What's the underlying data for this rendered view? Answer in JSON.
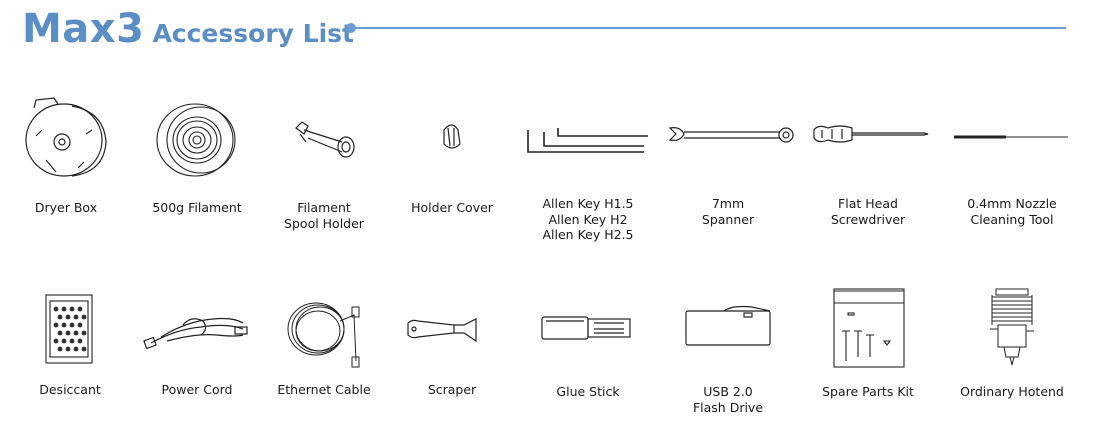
{
  "header": {
    "title_main": "Max3",
    "title_sub": "Accessory List",
    "accent_color": "#5b8ec4"
  },
  "row1": [
    {
      "icon": "dryer-box-icon",
      "label": [
        "Dryer Box"
      ]
    },
    {
      "icon": "filament-spool-icon",
      "label": [
        "500g Filament"
      ]
    },
    {
      "icon": "spool-holder-icon",
      "label": [
        "Filament",
        "Spool Holder"
      ]
    },
    {
      "icon": "holder-cover-icon",
      "label": [
        "Holder Cover"
      ]
    },
    {
      "icon": "allen-keys-icon",
      "label": [
        "Allen Key H1.5",
        "Allen Key H2",
        "Allen Key H2.5"
      ]
    },
    {
      "icon": "spanner-icon",
      "label": [
        "7mm",
        "Spanner"
      ]
    },
    {
      "icon": "screwdriver-icon",
      "label": [
        "Flat Head",
        "Screwdriver"
      ]
    },
    {
      "icon": "nozzle-cleaning-tool-icon",
      "label": [
        "0.4mm Nozzle",
        "Cleaning Tool"
      ]
    }
  ],
  "row2": [
    {
      "icon": "desiccant-icon",
      "label": [
        "Desiccant"
      ]
    },
    {
      "icon": "power-cord-icon",
      "label": [
        "Power Cord"
      ]
    },
    {
      "icon": "ethernet-cable-icon",
      "label": [
        "Ethernet Cable"
      ]
    },
    {
      "icon": "scraper-icon",
      "label": [
        "Scraper"
      ]
    },
    {
      "icon": "glue-stick-icon",
      "label": [
        "Glue Stick"
      ]
    },
    {
      "icon": "usb-flash-drive-icon",
      "label": [
        "USB 2.0",
        "Flash Drive"
      ]
    },
    {
      "icon": "spare-parts-kit-icon",
      "label": [
        "Spare Parts Kit"
      ]
    },
    {
      "icon": "hotend-icon",
      "label": [
        "Ordinary Hotend"
      ]
    }
  ]
}
